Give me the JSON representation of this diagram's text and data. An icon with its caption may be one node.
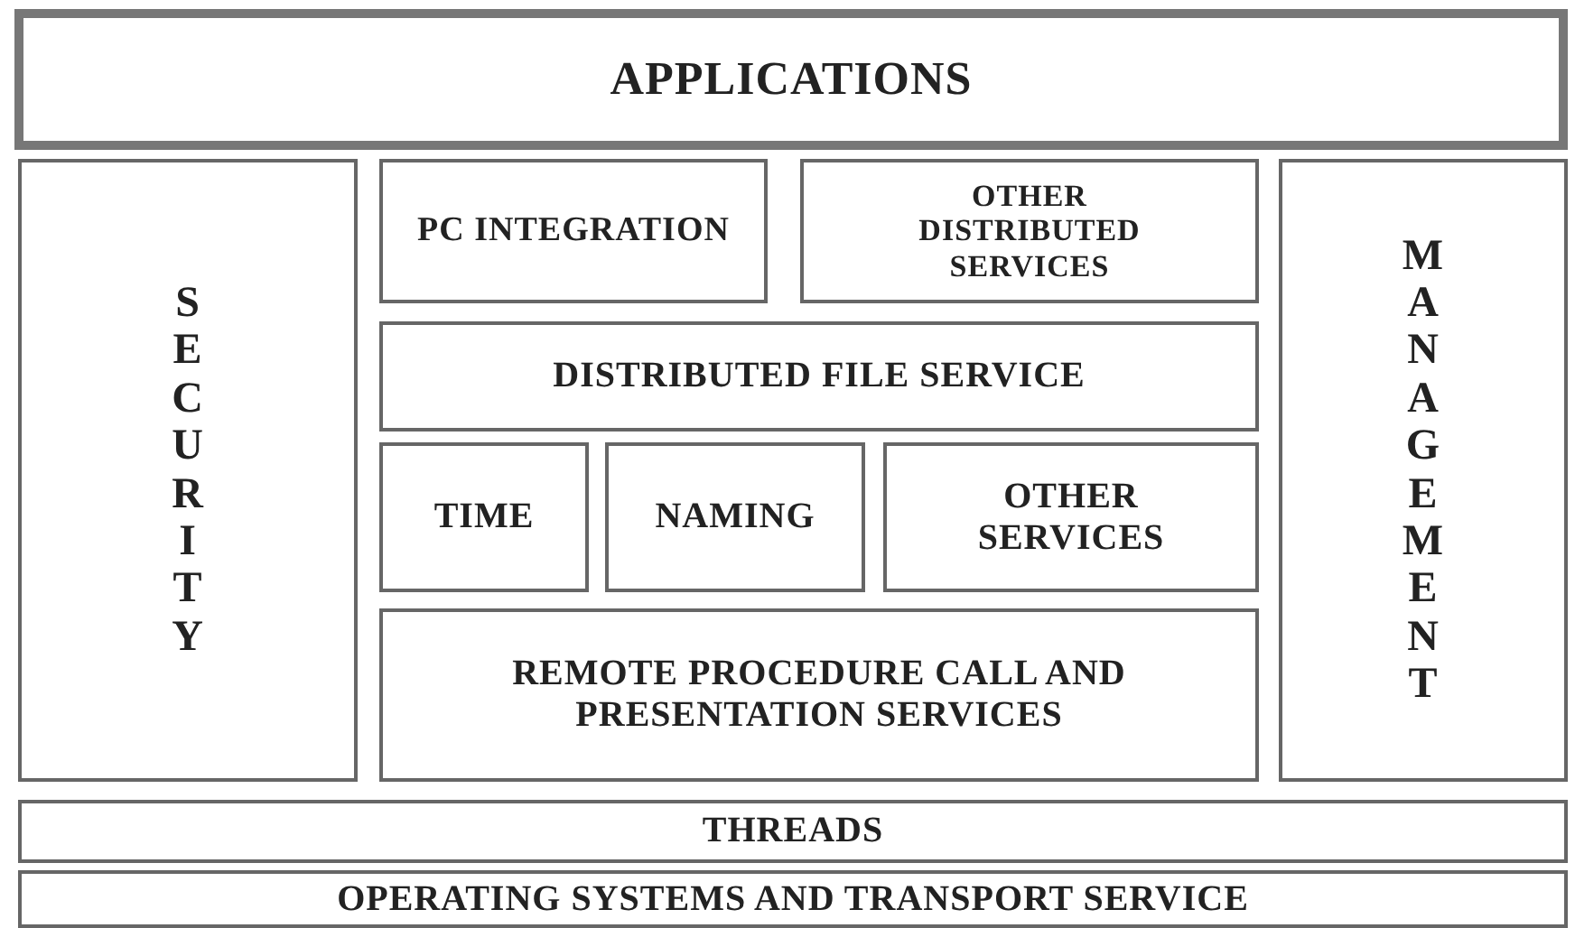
{
  "diagram": {
    "nodes": [
      {
        "text": [
          "APPLICATIONS"
        ]
      },
      {
        "text": [
          "SECURITY"
        ]
      },
      {
        "text": [
          "PC INTEGRATION"
        ]
      },
      {
        "text": [
          "OTHER DISTRIBUTED SERVICES"
        ]
      },
      {
        "text": [
          "DISTRIBUTED FILE SERVICE"
        ]
      },
      {
        "text": [
          "TIME"
        ]
      },
      {
        "text": [
          "NAMING"
        ]
      },
      {
        "text": [
          "OTHER SERVICES"
        ]
      },
      {
        "text": [
          "REMOTE PROCEDURE CALL AND PRESENTATION SERVICES"
        ]
      },
      {
        "text": [
          "MANAGEMENT"
        ]
      },
      {
        "text": [
          "THREADS"
        ]
      },
      {
        "text": [
          "OPERATING SYSTEMS AND TRANSPORT SERVICE"
        ]
      }
    ]
  }
}
